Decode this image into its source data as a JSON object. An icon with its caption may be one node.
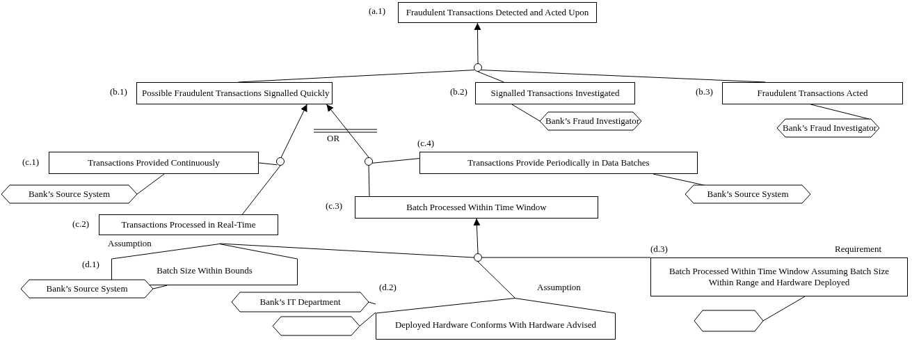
{
  "diagram": {
    "nodes": [
      {
        "text": [
          "Fraudulent Transactions Detected and Acted Upon"
        ],
        "beside": [
          "(a.1)"
        ]
      },
      {
        "text": [
          "Possible Fraudulent Transactions Signalled Quickly"
        ],
        "beside": [
          "(b.1)"
        ]
      },
      {
        "text": [
          "Signalled Transactions Investigated"
        ],
        "beside": [
          "(b.2)"
        ]
      },
      {
        "text": [
          "Fraudulent Transactions Acted"
        ],
        "beside": [
          "(b.3)"
        ]
      },
      {
        "text": [
          "Bank’s Fraud Investigator"
        ]
      },
      {
        "text": [
          "Bank’s Fraud Investigator"
        ]
      },
      {
        "text": [
          "Transactions Provided Continuously"
        ],
        "beside": [
          "(c.1)"
        ]
      },
      {
        "text": [
          "Transactions Provide Periodically in Data Batches"
        ],
        "beside": [
          "(c.4)"
        ]
      },
      {
        "text": [
          "Bank’s Source System"
        ]
      },
      {
        "text": [
          "Bank’s Source System"
        ]
      },
      {
        "text": [
          "Batch Processed Within Time Window"
        ],
        "beside": [
          "(c.3)"
        ]
      },
      {
        "text": [
          "Transactions Processed in Real-Time"
        ],
        "beside": [
          "(c.2)"
        ]
      },
      {
        "text": [
          "Batch Size Within Bounds"
        ],
        "beside": [
          "Assumption",
          "(d.1)"
        ]
      },
      {
        "text": [
          "Batch Processed Within Time Window Assuming Batch Size Within Range and Hardware Deployed"
        ],
        "beside": [
          "(d.3)",
          "Requirement"
        ]
      },
      {
        "text": [
          "Bank’s Source System"
        ]
      },
      {
        "text": [
          "Bank’s IT Department"
        ]
      },
      {
        "text": [
          "Deployed Hardware Conforms With Hardware Advised"
        ],
        "beside": [
          "(d.2)",
          "Assumption"
        ]
      },
      {
        "text": [],
        "shape": "hexagon"
      },
      {
        "text": [],
        "shape": "hexagon"
      },
      {
        "text": [],
        "shape": "circle"
      },
      {
        "text": [],
        "shape": "circle"
      },
      {
        "text": [],
        "shape": "circle"
      },
      {
        "text": [],
        "shape": "circle"
      }
    ],
    "edges": [
      {
        "from": 19,
        "to": 0,
        "arrow": "to"
      },
      {
        "from": 1,
        "to": 19,
        "arrow": "none"
      },
      {
        "from": 2,
        "to": 19,
        "arrow": "none"
      },
      {
        "from": 3,
        "to": 19,
        "arrow": "none"
      },
      {
        "from": 2,
        "to": 4,
        "arrow": "none"
      },
      {
        "from": 3,
        "to": 5,
        "arrow": "none"
      },
      {
        "from": 20,
        "to": 1,
        "arrow": "to"
      },
      {
        "from": 6,
        "to": 20,
        "arrow": "none"
      },
      {
        "from": 11,
        "to": 20,
        "arrow": "none"
      },
      {
        "from": 21,
        "to": 1,
        "arrow": "to"
      },
      {
        "from": 7,
        "to": 21,
        "arrow": "none"
      },
      {
        "from": 10,
        "to": 21,
        "arrow": "none"
      },
      {
        "from": 6,
        "to": 8,
        "arrow": "none"
      },
      {
        "from": 7,
        "to": 9,
        "arrow": "none"
      },
      {
        "from": 22,
        "to": 10,
        "arrow": "to"
      },
      {
        "from": 12,
        "to": 22,
        "arrow": "none"
      },
      {
        "from": 16,
        "to": 22,
        "arrow": "none"
      },
      {
        "from": 13,
        "to": 22,
        "arrow": "none"
      },
      {
        "from": 12,
        "to": 14,
        "arrow": "none"
      },
      {
        "from": 16,
        "to": 15,
        "arrow": "none"
      },
      {
        "from": 16,
        "to": 17,
        "arrow": "none"
      },
      {
        "from": 13,
        "to": 18,
        "arrow": "none"
      }
    ],
    "labels": [
      "OR"
    ]
  }
}
